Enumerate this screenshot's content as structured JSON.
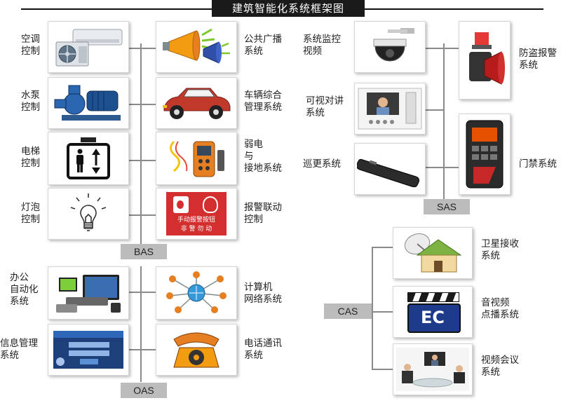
{
  "title": "建筑智能化系统框架图",
  "categories": {
    "bas": "BAS",
    "oas": "OAS",
    "sas": "SAS",
    "cas": "CAS"
  },
  "bas": {
    "left": [
      {
        "line1": "空调",
        "line2": "控制",
        "icon": "air-conditioner-icon"
      },
      {
        "line1": "水泵",
        "line2": "控制",
        "icon": "water-pump-icon"
      },
      {
        "line1": "电梯",
        "line2": "控制",
        "icon": "elevator-icon"
      },
      {
        "line1": "灯泡",
        "line2": "控制",
        "icon": "light-bulb-icon"
      }
    ],
    "right": [
      {
        "line1": "公共广播",
        "line2": "系统",
        "icon": "megaphone-icon"
      },
      {
        "line1": "车辆综合",
        "line2": "管理系统",
        "icon": "car-icon"
      },
      {
        "line1": "弱电",
        "line2": "与",
        "line3": "接地系统",
        "icon": "tester-icon"
      },
      {
        "line1": "报警联动",
        "line2": "控制",
        "icon": "fire-alarm-button-icon"
      }
    ],
    "alarm_sign": {
      "line1": "手动报警按钮",
      "line2": "非 警 勿 动"
    }
  },
  "oas": {
    "left": [
      {
        "line1": "办公",
        "line2": "自动化",
        "line3": "系统",
        "icon": "office-computer-icon"
      },
      {
        "line1": "信息管理",
        "line2": "系统",
        "icon": "info-management-icon"
      }
    ],
    "right": [
      {
        "line1": "计算机",
        "line2": "网络系统",
        "icon": "computer-network-icon"
      },
      {
        "line1": "电话通讯",
        "line2": "系统",
        "icon": "telephone-icon"
      }
    ]
  },
  "sas": {
    "left": [
      {
        "line1": "系统监控",
        "line2": "视频",
        "icon": "dome-camera-icon"
      },
      {
        "line1": "可视对讲",
        "line2": "系统",
        "icon": "video-intercom-icon"
      },
      {
        "line1": "巡更系统",
        "icon": "patrol-wand-icon"
      }
    ],
    "right": [
      {
        "line1": "防盗报警",
        "line2": "系统",
        "icon": "siren-icon"
      },
      {
        "line1": "门禁系统",
        "icon": "access-control-icon"
      }
    ]
  },
  "cas": {
    "items": [
      {
        "line1": "卫星接收",
        "line2": "系统",
        "icon": "satellite-house-icon"
      },
      {
        "line1": "音视频",
        "line2": "点播系统",
        "icon": "ec-media-icon"
      },
      {
        "line1": "视频会议",
        "line2": "系统",
        "icon": "video-conference-icon"
      }
    ],
    "ec_text": "EC"
  }
}
